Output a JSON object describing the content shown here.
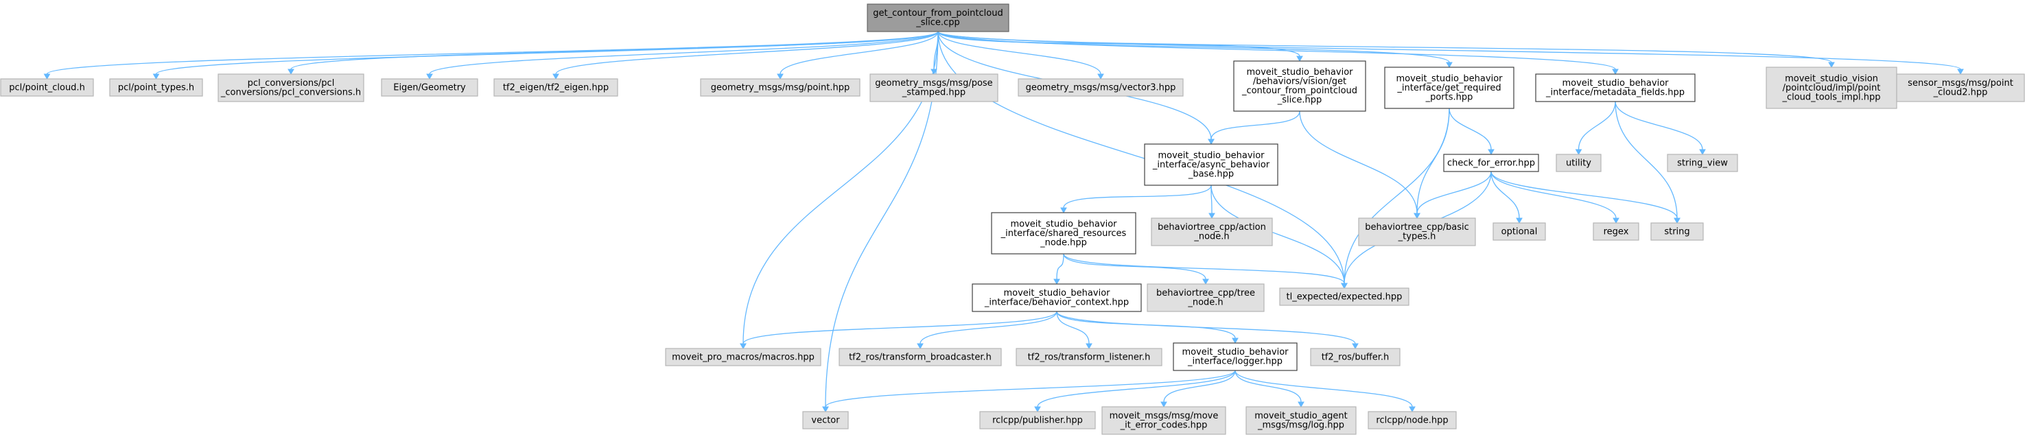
{
  "colors": {
    "edge": "#63b8ff",
    "node_gray_fill": "#e0e0e0",
    "node_white_fill": "#ffffff",
    "node_root_fill": "#9c9c9c"
  },
  "nodes": [
    {
      "id": "root",
      "style": "root",
      "lines": [
        "get_contour_from_pointcloud",
        "_slice.cpp"
      ]
    },
    {
      "id": "pcl_point_cloud",
      "style": "gray",
      "lines": [
        "pcl/point_cloud.h"
      ]
    },
    {
      "id": "pcl_point_types",
      "style": "gray",
      "lines": [
        "pcl/point_types.h"
      ]
    },
    {
      "id": "pcl_conversions",
      "style": "gray",
      "lines": [
        "pcl_conversions/pcl",
        "_conversions/pcl_conversions.h"
      ]
    },
    {
      "id": "eigen_geometry",
      "style": "gray",
      "lines": [
        "Eigen/Geometry"
      ]
    },
    {
      "id": "tf2_eigen",
      "style": "gray",
      "lines": [
        "tf2_eigen/tf2_eigen.hpp"
      ]
    },
    {
      "id": "geom_point",
      "style": "gray",
      "lines": [
        "geometry_msgs/msg/point.hpp"
      ]
    },
    {
      "id": "geom_pose_stamped",
      "style": "gray",
      "lines": [
        "geometry_msgs/msg/pose",
        "_stamped.hpp"
      ]
    },
    {
      "id": "geom_vector3",
      "style": "gray",
      "lines": [
        "geometry_msgs/msg/vector3.hpp"
      ]
    },
    {
      "id": "get_contour_hpp",
      "style": "white",
      "lines": [
        "moveit_studio_behavior",
        "/behaviors/vision/get",
        "_contour_from_pointcloud",
        "_slice.hpp"
      ]
    },
    {
      "id": "get_required_ports",
      "style": "white",
      "lines": [
        "moveit_studio_behavior",
        "_interface/get_required",
        "_ports.hpp"
      ]
    },
    {
      "id": "metadata_fields",
      "style": "white",
      "lines": [
        "moveit_studio_behavior",
        "_interface/metadata_fields.hpp"
      ]
    },
    {
      "id": "pointcloud_tools_impl",
      "style": "gray",
      "lines": [
        "moveit_studio_vision",
        "/pointcloud/impl/point",
        "_cloud_tools_impl.hpp"
      ]
    },
    {
      "id": "sensor_pointcloud2",
      "style": "gray",
      "lines": [
        "sensor_msgs/msg/point",
        "_cloud2.hpp"
      ]
    },
    {
      "id": "async_behavior_base",
      "style": "white",
      "lines": [
        "moveit_studio_behavior",
        "_interface/async_behavior",
        "_base.hpp"
      ]
    },
    {
      "id": "utility",
      "style": "gray",
      "lines": [
        "utility"
      ]
    },
    {
      "id": "string_view",
      "style": "gray",
      "lines": [
        "string_view"
      ]
    },
    {
      "id": "check_for_error",
      "style": "white",
      "lines": [
        "check_for_error.hpp"
      ]
    },
    {
      "id": "shared_resources_node",
      "style": "white",
      "lines": [
        "moveit_studio_behavior",
        "_interface/shared_resources",
        "_node.hpp"
      ]
    },
    {
      "id": "bt_action_node",
      "style": "gray",
      "lines": [
        "behaviortree_cpp/action",
        "_node.h"
      ]
    },
    {
      "id": "bt_basic_types",
      "style": "gray",
      "lines": [
        "behaviortree_cpp/basic",
        "_types.h"
      ]
    },
    {
      "id": "optional",
      "style": "gray",
      "lines": [
        "optional"
      ]
    },
    {
      "id": "regex",
      "style": "gray",
      "lines": [
        "regex"
      ]
    },
    {
      "id": "string",
      "style": "gray",
      "lines": [
        "string"
      ]
    },
    {
      "id": "behavior_context",
      "style": "white",
      "lines": [
        "moveit_studio_behavior",
        "_interface/behavior_context.hpp"
      ]
    },
    {
      "id": "bt_tree_node",
      "style": "gray",
      "lines": [
        "behaviortree_cpp/tree",
        "_node.h"
      ]
    },
    {
      "id": "tl_expected",
      "style": "gray",
      "lines": [
        "tl_expected/expected.hpp"
      ]
    },
    {
      "id": "pro_macros",
      "style": "gray",
      "lines": [
        "moveit_pro_macros/macros.hpp"
      ]
    },
    {
      "id": "tf2_broadcaster",
      "style": "gray",
      "lines": [
        "tf2_ros/transform_broadcaster.h"
      ]
    },
    {
      "id": "tf2_listener",
      "style": "gray",
      "lines": [
        "tf2_ros/transform_listener.h"
      ]
    },
    {
      "id": "logger",
      "style": "white",
      "lines": [
        "moveit_studio_behavior",
        "_interface/logger.hpp"
      ]
    },
    {
      "id": "tf2_buffer",
      "style": "gray",
      "lines": [
        "tf2_ros/buffer.h"
      ]
    },
    {
      "id": "vector",
      "style": "gray",
      "lines": [
        "vector"
      ]
    },
    {
      "id": "rclcpp_publisher",
      "style": "gray",
      "lines": [
        "rclcpp/publisher.hpp"
      ]
    },
    {
      "id": "move_it_error_codes",
      "style": "gray",
      "lines": [
        "moveit_msgs/msg/move",
        "_it_error_codes.hpp"
      ]
    },
    {
      "id": "agent_log",
      "style": "gray",
      "lines": [
        "moveit_studio_agent",
        "_msgs/msg/log.hpp"
      ]
    },
    {
      "id": "rclcpp_node",
      "style": "gray",
      "lines": [
        "rclcpp/node.hpp"
      ]
    }
  ],
  "edges": [
    [
      "root",
      "pcl_point_cloud"
    ],
    [
      "root",
      "pcl_point_types"
    ],
    [
      "root",
      "pcl_conversions"
    ],
    [
      "root",
      "eigen_geometry"
    ],
    [
      "root",
      "tf2_eigen"
    ],
    [
      "root",
      "geom_point"
    ],
    [
      "root",
      "geom_pose_stamped"
    ],
    [
      "root",
      "geom_vector3"
    ],
    [
      "root",
      "get_contour_hpp"
    ],
    [
      "root",
      "get_required_ports"
    ],
    [
      "root",
      "metadata_fields"
    ],
    [
      "root",
      "pointcloud_tools_impl"
    ],
    [
      "root",
      "sensor_pointcloud2"
    ],
    [
      "root",
      "async_behavior_base"
    ],
    [
      "root",
      "pro_macros"
    ],
    [
      "root",
      "vector"
    ],
    [
      "root",
      "tl_expected"
    ],
    [
      "get_contour_hpp",
      "async_behavior_base"
    ],
    [
      "get_contour_hpp",
      "bt_basic_types"
    ],
    [
      "get_required_ports",
      "check_for_error"
    ],
    [
      "get_required_ports",
      "bt_basic_types"
    ],
    [
      "get_required_ports",
      "tl_expected"
    ],
    [
      "metadata_fields",
      "utility"
    ],
    [
      "metadata_fields",
      "string_view"
    ],
    [
      "metadata_fields",
      "string"
    ],
    [
      "async_behavior_base",
      "shared_resources_node"
    ],
    [
      "async_behavior_base",
      "bt_action_node"
    ],
    [
      "async_behavior_base",
      "tl_expected"
    ],
    [
      "check_for_error",
      "bt_basic_types"
    ],
    [
      "check_for_error",
      "optional"
    ],
    [
      "check_for_error",
      "regex"
    ],
    [
      "check_for_error",
      "string"
    ],
    [
      "check_for_error",
      "tl_expected"
    ],
    [
      "shared_resources_node",
      "behavior_context"
    ],
    [
      "shared_resources_node",
      "bt_tree_node"
    ],
    [
      "shared_resources_node",
      "tl_expected"
    ],
    [
      "behavior_context",
      "pro_macros"
    ],
    [
      "behavior_context",
      "tf2_broadcaster"
    ],
    [
      "behavior_context",
      "tf2_listener"
    ],
    [
      "behavior_context",
      "logger"
    ],
    [
      "behavior_context",
      "tf2_buffer"
    ],
    [
      "logger",
      "vector"
    ],
    [
      "logger",
      "rclcpp_publisher"
    ],
    [
      "logger",
      "move_it_error_codes"
    ],
    [
      "logger",
      "agent_log"
    ],
    [
      "logger",
      "rclcpp_node"
    ]
  ]
}
